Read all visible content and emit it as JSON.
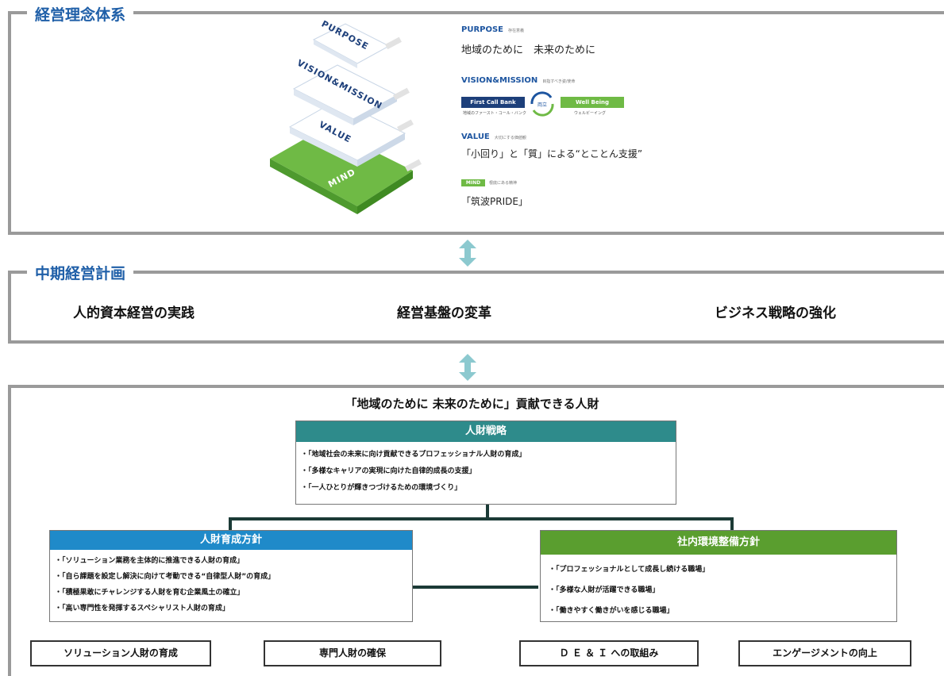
{
  "colors": {
    "frame": "#9a9a9a",
    "section_title": "#1f5fa8",
    "navy": "#1d3f7a",
    "green": "#6fba45",
    "arrow": "#8cc9cf",
    "teal_header": "#2e8b8b",
    "blue_header": "#1f8ac9",
    "green_header": "#5a9e2f",
    "connector": "#1b3a36"
  },
  "philosophy": {
    "title": "経営理念体系",
    "pyramid": {
      "purpose_label": "PURPOSE",
      "vision_label": "VISION&MISSION",
      "value_label": "VALUE",
      "mind_label": "MIND"
    },
    "purpose": {
      "heading": "PURPOSE",
      "sub": "存在意義",
      "text": "地域のために　未来のために"
    },
    "vision": {
      "heading": "VISION&MISSION",
      "sub": "目指すべき姿/使命",
      "left_pill": "First Call Bank",
      "left_caption": "地域のファースト・コール・バンク",
      "center_badge": "両立",
      "right_pill": "Well Being",
      "right_caption": "ウェルビーイング"
    },
    "value": {
      "heading": "VALUE",
      "sub": "大切にする価値観",
      "text": "「小回り」と「質」による“とことん支援”"
    },
    "mind": {
      "heading": "MIND",
      "sub": "根底にある精神",
      "text": "「筑波PRIDE」"
    }
  },
  "plan": {
    "title": "中期経営計画",
    "items": [
      "人的資本経営の実践",
      "経営基盤の変革",
      "ビジネス戦略の強化"
    ]
  },
  "strategy": {
    "headline": "「地域のために 未来のために」貢献できる人財",
    "hr_strategy": {
      "title": "人財戦略",
      "lines": [
        "・「地域社会の未来に向け貢献できるプロフェッショナル人財の育成」",
        "・「多様なキャリアの実現に向けた自律的成長の支援」",
        "・「一人ひとりが輝きつづけるための環境づくり」"
      ]
    },
    "development": {
      "title": "人財育成方針",
      "lines": [
        "・「ソリューション業務を主体的に推進できる人財の育成」",
        "・「自ら課題を設定し解決に向けて考動できる“自律型人財”の育成」",
        "・「積極果敢にチャレンジする人財を育む企業風土の確立」",
        "・「高い専門性を発揮するスペシャリスト人財の育成」"
      ]
    },
    "environment": {
      "title": "社内環境整備方針",
      "lines": [
        "・「プロフェッショナルとして成長し続ける職場」",
        "・「多様な人財が活躍できる職場」",
        "・「働きやすく働きがいを感じる職場」"
      ]
    },
    "initiatives": [
      "ソリューション人財の育成",
      "専門人財の確保",
      "Ｄ Ｅ ＆ Ｉ への取組み",
      "エンゲージメントの向上"
    ]
  }
}
